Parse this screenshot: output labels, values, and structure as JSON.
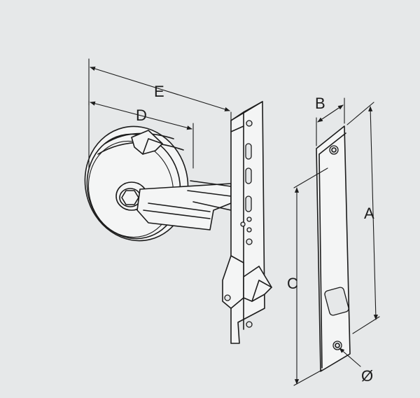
{
  "labels": {
    "a": "A",
    "b": "B",
    "c": "C",
    "d": "D",
    "e": "E",
    "diameter": "Ø"
  },
  "colors": {
    "background": "#e6e8e9",
    "line": "#1c1c1c",
    "part_fill": "#f4f5f5"
  }
}
